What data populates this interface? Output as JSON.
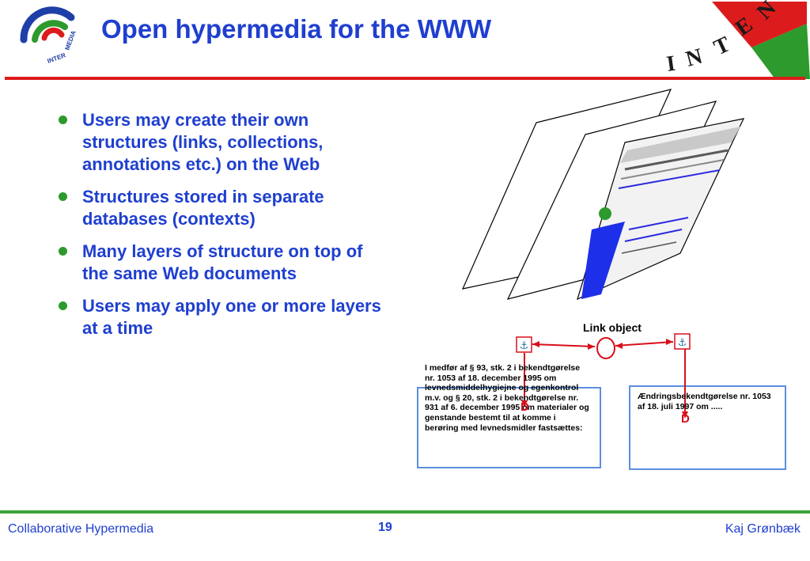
{
  "title": "Open hypermedia for the WWW",
  "logo_left": {
    "text": "INTERMEDIA"
  },
  "logo_right": {
    "text": "INTERMEDIA"
  },
  "bullets": [
    "Users may create their own structures (links, collections, annotations etc.)  on the Web",
    "Structures stored in separate databases (contexts)",
    "Many layers of structure on top of the same Web documents",
    "Users may apply one or more layers at a time"
  ],
  "diagram": {
    "link_object_label": "Link object",
    "doc_left_text": "I medfør af § 93, stk. 2 i bekendtgørelse nr. 1053 af 18. december 1995 om levnedsmiddelhygiejne og egenkontrol m.v. og § 20, stk. 2 i bekendtgørelse nr. 931 af 6. december 1995 om materialer og genstande bestemt til at komme i berøring med levnedsmidler fastsættes:",
    "doc_right_text": "Ændringsbekendtgørelse nr. 1053 af 18. juli 1997 om .....",
    "endpoint_left_label": "D",
    "endpoint_right_label": "D"
  },
  "footer": {
    "left": "Collaborative Hypermedia",
    "page": "19",
    "right": "Kaj Grønbæk"
  },
  "colors": {
    "title": "#1f3fcf",
    "top_rule": "#dc1c1c",
    "bottom_rule": "#3aa33a",
    "bullet": "#2c9a2c",
    "link": "#d8101c",
    "doc_border": "#5b8fe0"
  }
}
